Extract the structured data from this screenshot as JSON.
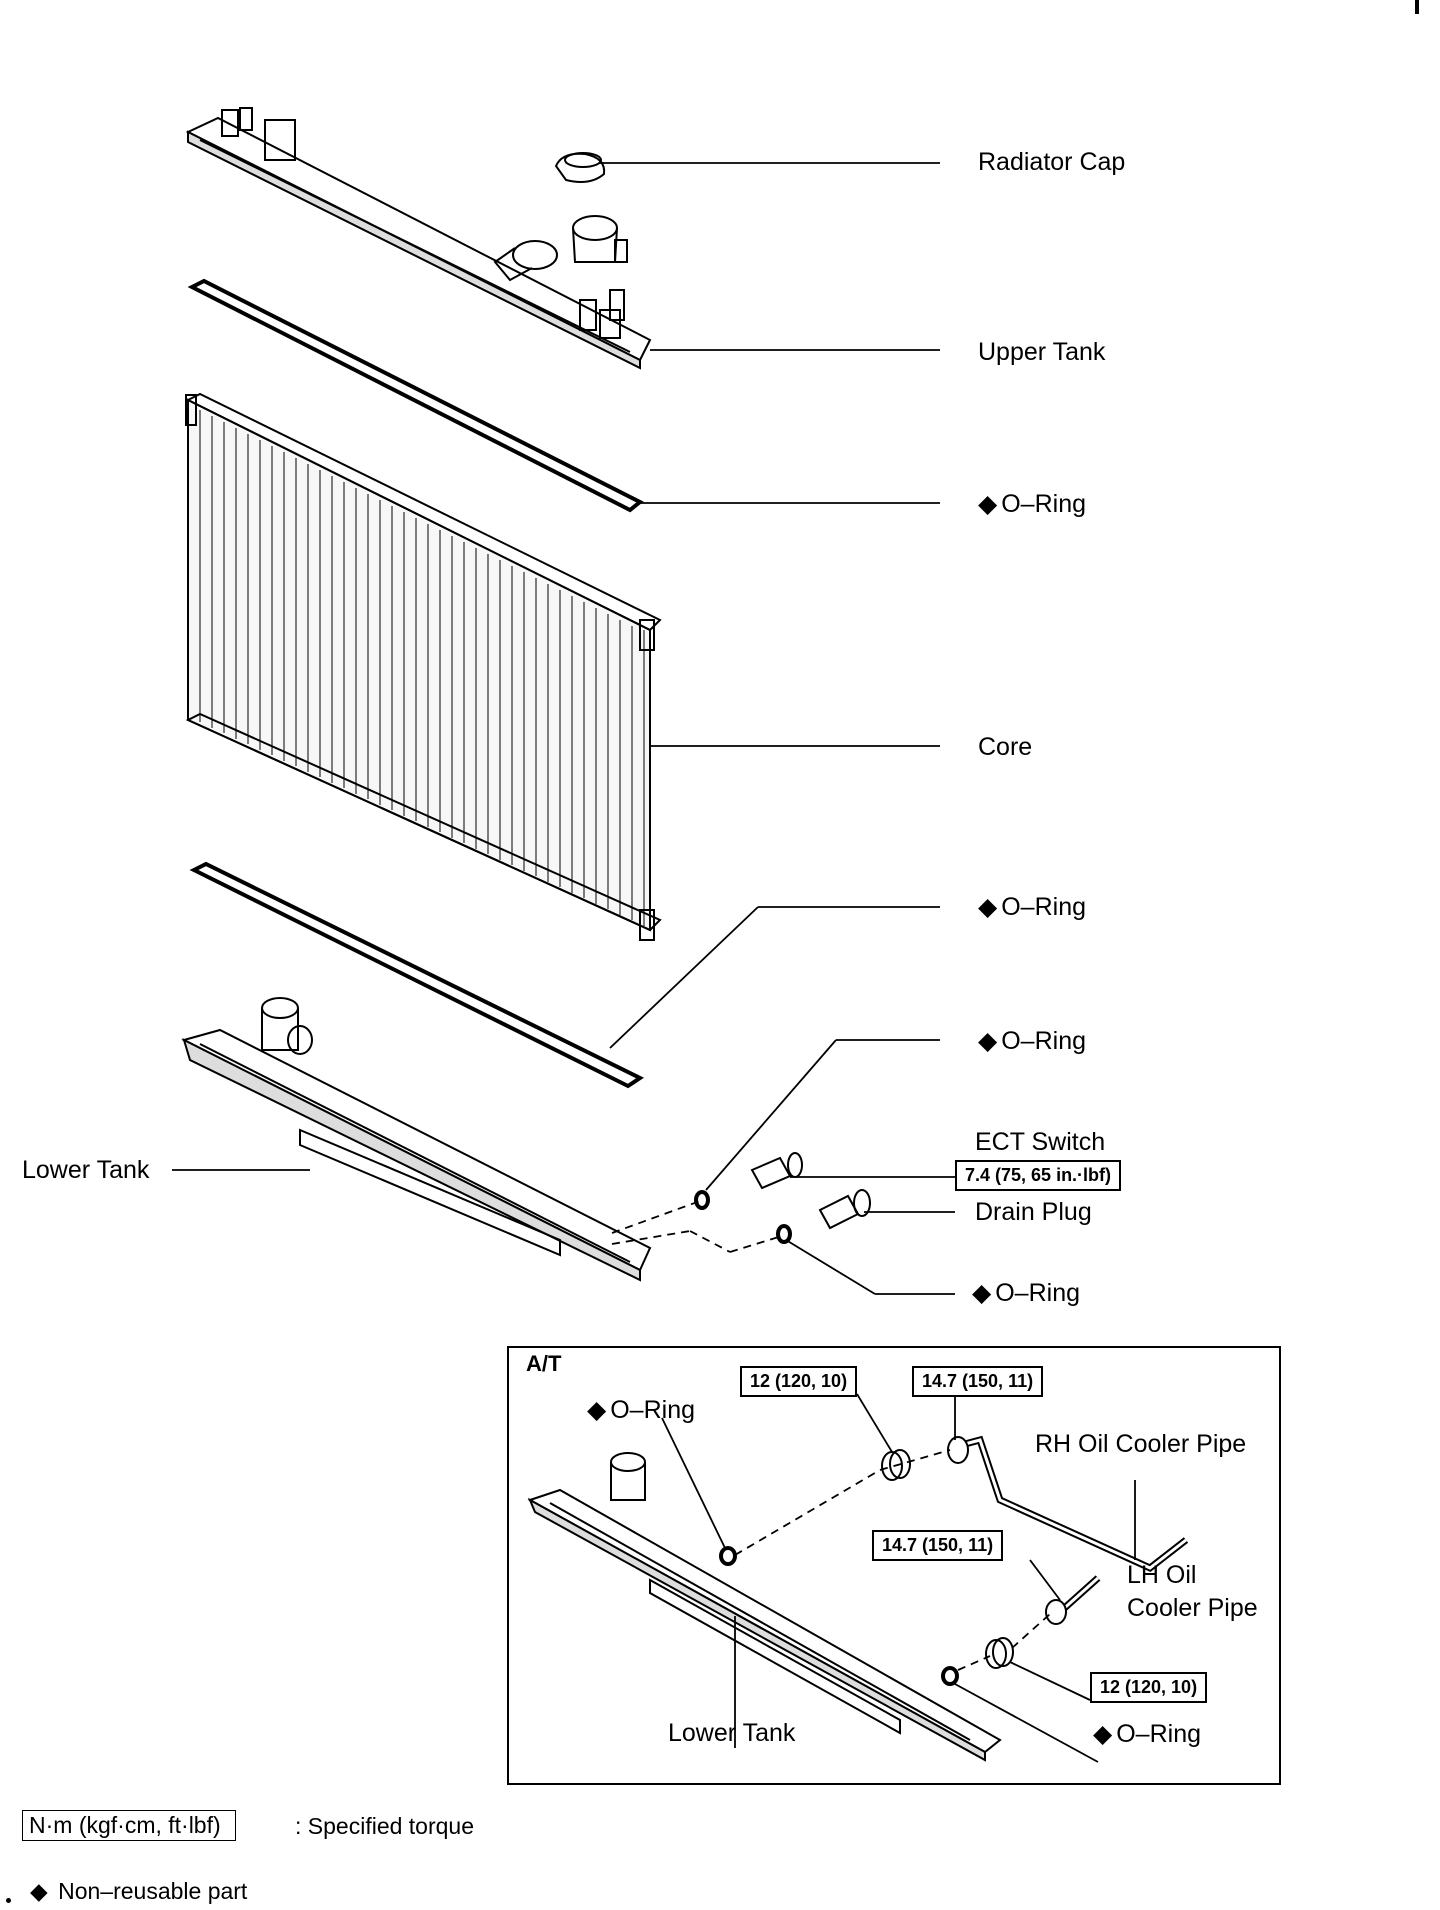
{
  "labels": {
    "radiator_cap": "Radiator Cap",
    "upper_tank": "Upper Tank",
    "oring_1": "O–Ring",
    "core": "Core",
    "oring_2": "O–Ring",
    "oring_3": "O–Ring",
    "ect_switch": "ECT Switch",
    "ect_torque": "7.4 (75, 65 in.·lbf)",
    "drain_plug": "Drain Plug",
    "oring_4": "O–Ring",
    "lower_tank": "Lower Tank"
  },
  "at_panel": {
    "tag": "A/T",
    "oring_left": "O–Ring",
    "torque_12_top": "12 (120, 10)",
    "torque_147_top": "14.7 (150, 11)",
    "rh_pipe": "RH Oil Cooler Pipe",
    "torque_147_mid": "14.7 (150, 11)",
    "lh_pipe_line1": "LH Oil",
    "lh_pipe_line2": "Cooler Pipe",
    "torque_12_bottom": "12 (120, 10)",
    "lower_tank": "Lower Tank",
    "oring_right": "O–Ring"
  },
  "legend": {
    "torque_units": "N·m (kgf·cm, ft·lbf)",
    "torque_desc": ": Specified torque",
    "nonreusable": "Non–reusable part",
    "diamond_symbol": "◆"
  }
}
